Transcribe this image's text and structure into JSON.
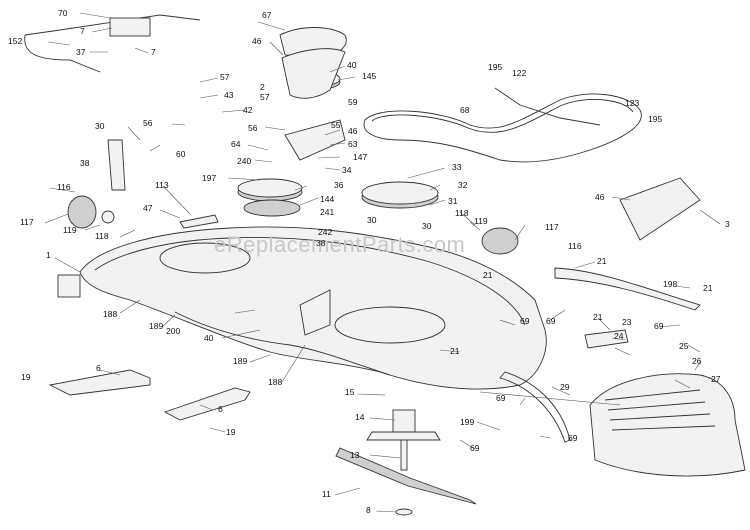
{
  "watermark": "eReplacementParts.com",
  "callouts": [
    {
      "id": "c70a",
      "text": "70"
    },
    {
      "id": "c7a",
      "text": "7"
    },
    {
      "id": "c152",
      "text": "152"
    },
    {
      "id": "c37",
      "text": "37"
    },
    {
      "id": "c7b",
      "text": "7"
    },
    {
      "id": "c67",
      "text": "67"
    },
    {
      "id": "c46a",
      "text": "46"
    },
    {
      "id": "c40a",
      "text": "40"
    },
    {
      "id": "c145",
      "text": "145"
    },
    {
      "id": "c57a",
      "text": "57"
    },
    {
      "id": "c43",
      "text": "43"
    },
    {
      "id": "c42",
      "text": "42"
    },
    {
      "id": "c2",
      "text": "2"
    },
    {
      "id": "c57b",
      "text": "57"
    },
    {
      "id": "c59",
      "text": "59"
    },
    {
      "id": "c195a",
      "text": "195"
    },
    {
      "id": "c122",
      "text": "122"
    },
    {
      "id": "c68",
      "text": "68"
    },
    {
      "id": "c123",
      "text": "123"
    },
    {
      "id": "c195b",
      "text": "195"
    },
    {
      "id": "c30a",
      "text": "30"
    },
    {
      "id": "c56a",
      "text": "56"
    },
    {
      "id": "c60",
      "text": "60"
    },
    {
      "id": "c56b",
      "text": "56"
    },
    {
      "id": "c64",
      "text": "64"
    },
    {
      "id": "c55",
      "text": "55"
    },
    {
      "id": "c46b",
      "text": "46"
    },
    {
      "id": "c63",
      "text": "63"
    },
    {
      "id": "c147",
      "text": "147"
    },
    {
      "id": "c38a",
      "text": "38"
    },
    {
      "id": "c240",
      "text": "240"
    },
    {
      "id": "c197",
      "text": "197"
    },
    {
      "id": "c34",
      "text": "34"
    },
    {
      "id": "c33",
      "text": "33"
    },
    {
      "id": "c116a",
      "text": "116"
    },
    {
      "id": "c113",
      "text": "113"
    },
    {
      "id": "c36",
      "text": "36"
    },
    {
      "id": "c32",
      "text": "32"
    },
    {
      "id": "c46c",
      "text": "46"
    },
    {
      "id": "c144",
      "text": "144"
    },
    {
      "id": "c241",
      "text": "241"
    },
    {
      "id": "c31",
      "text": "31"
    },
    {
      "id": "c117a",
      "text": "117"
    },
    {
      "id": "c47",
      "text": "47"
    },
    {
      "id": "c119a",
      "text": "119"
    },
    {
      "id": "c118a",
      "text": "118"
    },
    {
      "id": "c30b",
      "text": "30"
    },
    {
      "id": "c30c",
      "text": "30"
    },
    {
      "id": "c118b",
      "text": "118"
    },
    {
      "id": "c119b",
      "text": "119"
    },
    {
      "id": "c117b",
      "text": "117"
    },
    {
      "id": "c3",
      "text": "3"
    },
    {
      "id": "c242",
      "text": "242"
    },
    {
      "id": "c38b",
      "text": "38"
    },
    {
      "id": "c116b",
      "text": "116"
    },
    {
      "id": "c1",
      "text": "1"
    },
    {
      "id": "c21a",
      "text": "21"
    },
    {
      "id": "c21b",
      "text": "21"
    },
    {
      "id": "c198",
      "text": "198"
    },
    {
      "id": "c21c",
      "text": "21"
    },
    {
      "id": "c188a",
      "text": "188"
    },
    {
      "id": "c189a",
      "text": "189"
    },
    {
      "id": "c200",
      "text": "200"
    },
    {
      "id": "c40b",
      "text": "40"
    },
    {
      "id": "c69a",
      "text": "69"
    },
    {
      "id": "c69b",
      "text": "69"
    },
    {
      "id": "c21d",
      "text": "21"
    },
    {
      "id": "c23",
      "text": "23"
    },
    {
      "id": "c69c",
      "text": "69"
    },
    {
      "id": "c24",
      "text": "24"
    },
    {
      "id": "c21e",
      "text": "21"
    },
    {
      "id": "c25",
      "text": "25"
    },
    {
      "id": "c189b",
      "text": "189"
    },
    {
      "id": "c26",
      "text": "26"
    },
    {
      "id": "c19a",
      "text": "19"
    },
    {
      "id": "c6a",
      "text": "6"
    },
    {
      "id": "c188b",
      "text": "188"
    },
    {
      "id": "c27",
      "text": "27"
    },
    {
      "id": "c15",
      "text": "15"
    },
    {
      "id": "c29",
      "text": "29"
    },
    {
      "id": "c69d",
      "text": "69"
    },
    {
      "id": "c6b",
      "text": "6"
    },
    {
      "id": "c14",
      "text": "14"
    },
    {
      "id": "c199",
      "text": "199"
    },
    {
      "id": "c69e",
      "text": "69"
    },
    {
      "id": "c19b",
      "text": "19"
    },
    {
      "id": "c13",
      "text": "13"
    },
    {
      "id": "c69f",
      "text": "69"
    },
    {
      "id": "c11",
      "text": "11"
    },
    {
      "id": "c8",
      "text": "8"
    }
  ]
}
